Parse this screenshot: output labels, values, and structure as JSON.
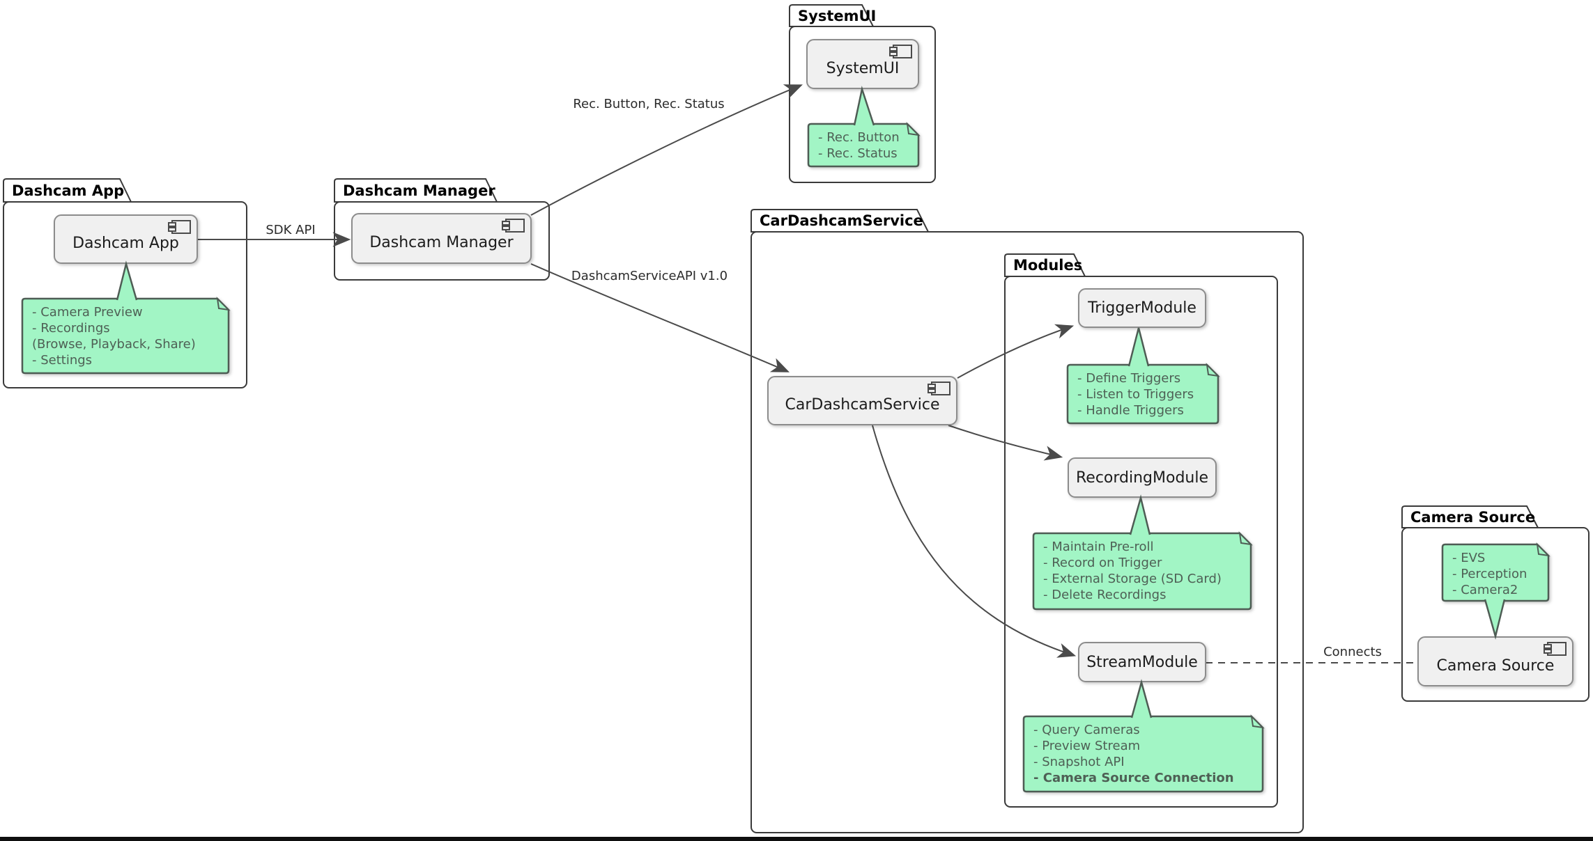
{
  "colors": {
    "note_fill": "#A2F5C5",
    "note_border": "#4E5C54",
    "note_text": "#4E6055",
    "component_fill": "#F0F0F0",
    "component_border": "#8C8C8C",
    "package_border": "#3A3A3A",
    "edge_color": "#4A4A4A",
    "text_color": "#1C1C1C",
    "bottom_bar": "#0F0F0F"
  },
  "packages": {
    "dashcam_app": {
      "title": "Dashcam App"
    },
    "dashcam_manager": {
      "title": "Dashcam Manager"
    },
    "systemui": {
      "title": "SystemUI"
    },
    "cardashcamservice": {
      "title": "CarDashcamService"
    },
    "modules": {
      "title": "Modules"
    },
    "camera_source": {
      "title": "Camera Source"
    }
  },
  "components": {
    "dashcam_app": "Dashcam App",
    "dashcam_manager": "Dashcam Manager",
    "systemui": "SystemUI",
    "cardashcamservice": "CarDashcamService",
    "trigger_module": "TriggerModule",
    "recording_module": "RecordingModule",
    "stream_module": "StreamModule",
    "camera_source": "Camera Source"
  },
  "notes": {
    "dashcam_app": {
      "lines": [
        "- Camera Preview",
        "- Recordings",
        "(Browse, Playback, Share)",
        "- Settings"
      ]
    },
    "systemui": {
      "lines": [
        "- Rec. Button",
        "- Rec. Status"
      ]
    },
    "trigger_module": {
      "lines": [
        "- Define Triggers",
        "- Listen to Triggers",
        "- Handle Triggers"
      ]
    },
    "recording_module": {
      "lines": [
        "- Maintain Pre-roll",
        "- Record on Trigger",
        "- External Storage (SD Card)",
        "- Delete Recordings"
      ]
    },
    "stream_module": {
      "lines": [
        "- Query Cameras",
        "- Preview Stream",
        "- Snapshot API",
        "- Camera Source Connection"
      ]
    },
    "camera_source": {
      "lines": [
        "- EVS",
        "- Perception",
        "- Camera2"
      ]
    }
  },
  "edge_labels": {
    "sdk_api": "SDK API",
    "rec_button_status": "Rec. Button, Rec. Status",
    "dashcam_service_api": "DashcamServiceAPI v1.0",
    "connects": "Connects"
  }
}
